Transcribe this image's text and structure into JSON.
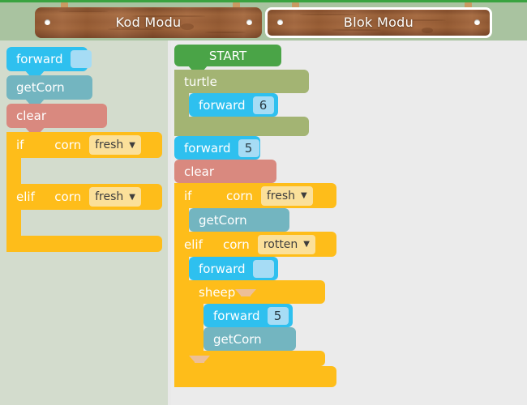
{
  "header": {
    "tabs": [
      {
        "label": "Kod Modu",
        "name": "tab-kod-modu",
        "active": false
      },
      {
        "label": "Blok Modu",
        "name": "tab-blok-modu",
        "active": true
      }
    ]
  },
  "palette": {
    "title": "block-palette",
    "blocks": [
      {
        "label": "forward",
        "value": "",
        "type": "forward"
      },
      {
        "label": "getCorn",
        "type": "getCorn"
      },
      {
        "label": "clear",
        "type": "clear"
      },
      {
        "type": "if",
        "if_label": "if",
        "if_cond": "corn",
        "if_dropdown": "fresh",
        "elif_label": "elif",
        "elif_cond": "corn",
        "elif_dropdown": "fresh"
      }
    ]
  },
  "workspace": {
    "start_label": "START",
    "program": [
      {
        "type": "turtle",
        "label": "turtle",
        "body": [
          {
            "type": "forward",
            "label": "forward",
            "value": "6"
          }
        ]
      },
      {
        "type": "forward",
        "label": "forward",
        "value": "5"
      },
      {
        "type": "clear",
        "label": "clear"
      },
      {
        "type": "if",
        "if_label": "if",
        "if_cond": "corn",
        "if_dropdown": "fresh",
        "if_body": [
          {
            "type": "getCorn",
            "label": "getCorn"
          }
        ],
        "elif_label": "elif",
        "elif_cond": "corn",
        "elif_dropdown": "rotten",
        "elif_body": [
          {
            "type": "forward",
            "label": "forward",
            "value": ""
          },
          {
            "type": "sheep",
            "label": "sheep",
            "body": [
              {
                "type": "forward",
                "label": "forward",
                "value": "5"
              },
              {
                "type": "getCorn",
                "label": "getCorn"
              }
            ]
          }
        ]
      }
    ]
  },
  "dropdown_arrow": "▼",
  "colors": {
    "header_bg": "#a9c3a0",
    "top_strip": "#3aa340",
    "palette_bg": "#d3dccd",
    "workspace_bg": "#ebebeb",
    "wood": "#9c5f36",
    "forward": "#2ec0ef",
    "getCorn": "#73b5c0",
    "clear": "#d9897f",
    "start": "#4aa447",
    "turtle": "#a3b473",
    "sheep": "#edbf97",
    "if": "#febd1a",
    "dropdown": "#fbe09a",
    "value_field": "#a6dcf5"
  }
}
